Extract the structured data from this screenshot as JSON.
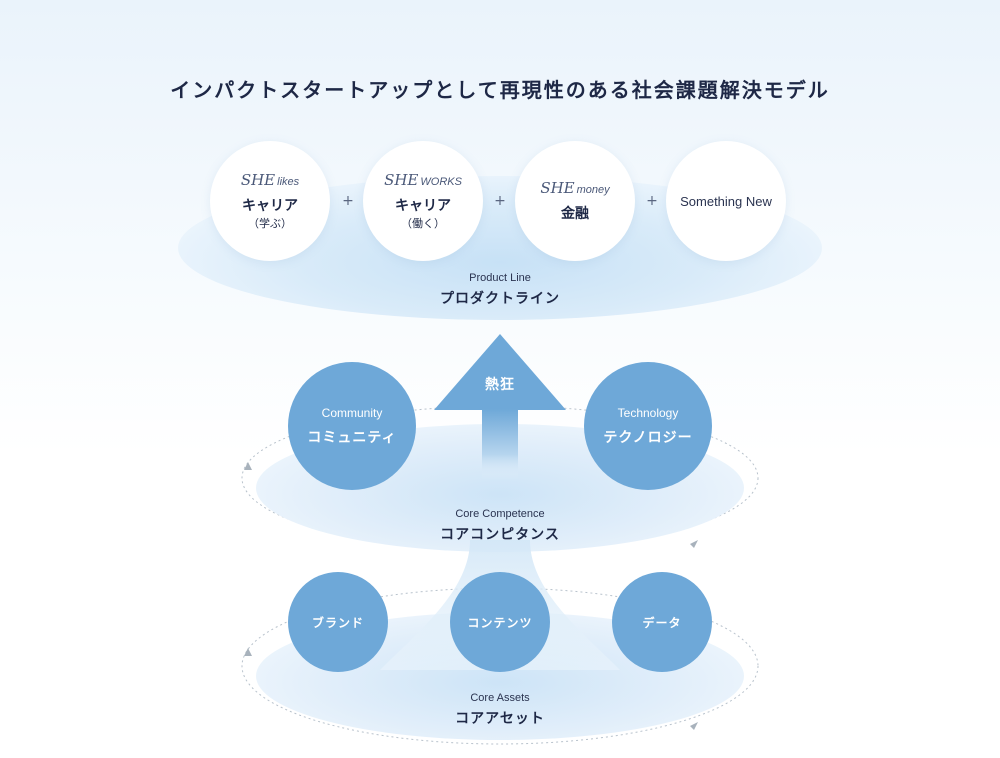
{
  "title": "インパクトスタートアップとして再現性のある社会課題解決モデル",
  "product_line": {
    "label_en": "Product Line",
    "label_jp": "プロダクトライン",
    "products": [
      {
        "brand": "SHE",
        "brand_sub": "likes",
        "name": "キャリア",
        "note": "（学ぶ）"
      },
      {
        "brand": "SHE",
        "brand_sub": "WORKS",
        "name": "キャリア",
        "note": "（働く）"
      },
      {
        "brand": "SHE",
        "brand_sub": "money",
        "name": "金融",
        "note": ""
      },
      {
        "plain": "Something New"
      }
    ],
    "plus": "+"
  },
  "arrow": {
    "label": "熱狂"
  },
  "core_competence": {
    "label_en": "Core  Competence",
    "label_jp": "コアコンピタンス",
    "items": [
      {
        "en": "Community",
        "jp": "コミュニティ"
      },
      {
        "en": "Technology",
        "jp": "テクノロジー"
      }
    ]
  },
  "core_assets": {
    "label_en": "Core  Assets",
    "label_jp": "コアアセット",
    "items": [
      {
        "jp": "ブランド"
      },
      {
        "jp": "コンテンツ"
      },
      {
        "jp": "データ"
      }
    ]
  },
  "colors": {
    "circle_blue": "#6ea8d8",
    "text_dark": "#1e2846",
    "platform": "#d6e9f8"
  }
}
